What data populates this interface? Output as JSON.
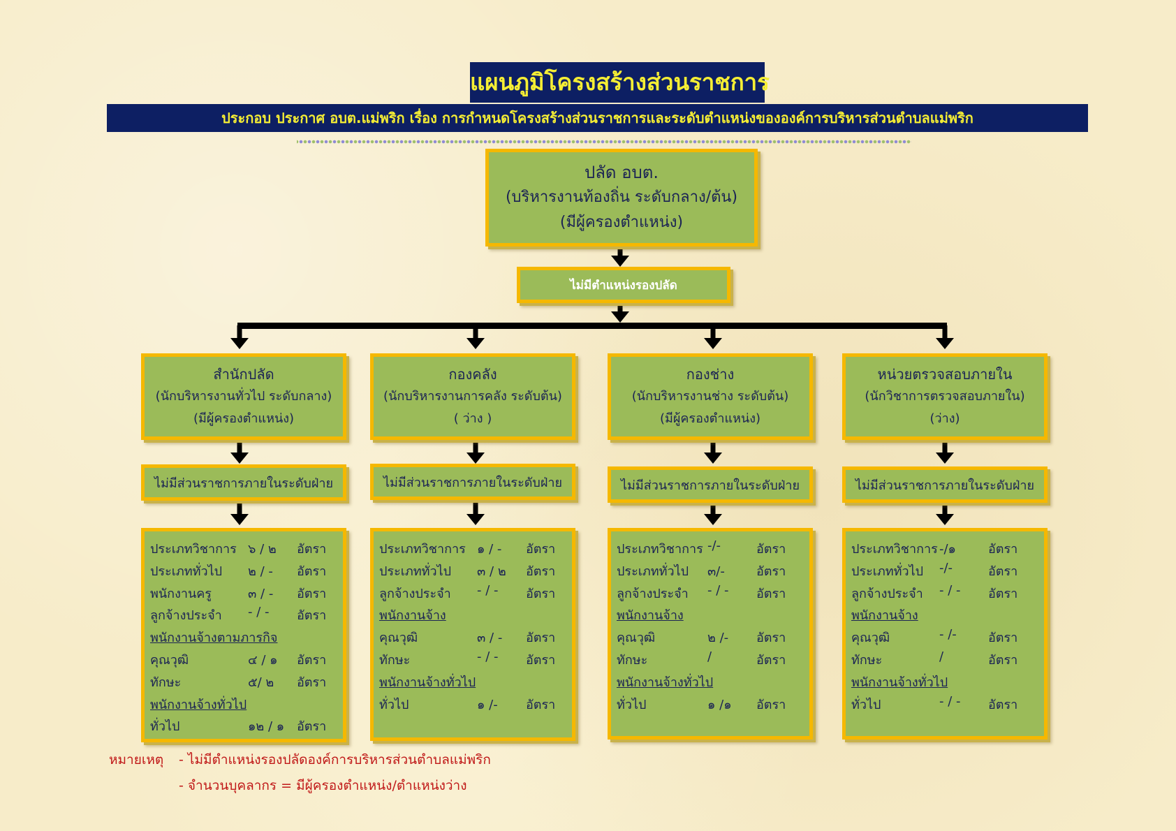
{
  "title": "แผนภูมิโครงสร้างส่วนราชการ",
  "subtitle": "ประกอบ ประกาศ อบต.แม่พริก เรื่อง การกำหนดโครงสร้างส่วนราชการและระดับตำแหน่งขององค์การบริหารส่วนตำบลแม่พริก",
  "top_box": {
    "line1": "ปลัด อบต.",
    "line2": "(บริหารงานท้องถิ่น  ระดับกลาง/ต้น)",
    "line3": "(มีผู้ครองตำแหน่ง)"
  },
  "deputy_box": "ไม่มีตำแหน่งรองปลัด",
  "departments": [
    {
      "name": "สำนักปลัด",
      "position": "(นักบริหารงานทั่วไป ระดับกลาง)",
      "status": "(มีผู้ครองตำแหน่ง)",
      "sub_unit": "ไม่มีส่วนราชการภายในระดับฝ่าย",
      "staff": [
        {
          "label": "ประเภทวิชาการ",
          "value": "๖ / ๒",
          "unit": "อัตรา"
        },
        {
          "label": "ประเภททั่วไป",
          "value": "๒ / -",
          "unit": "อัตรา"
        },
        {
          "label": "พนักงานครู",
          "value": "๓ / -",
          "unit": "อัตรา"
        },
        {
          "label": "ลูกจ้างประจำ",
          "value": "- / -",
          "unit": "อัตรา"
        },
        {
          "label": "พนักงานจ้างตามภารกิจ",
          "heading": true
        },
        {
          "label": "คุณวุฒิ",
          "value": "๔ / ๑",
          "unit": "อัตรา"
        },
        {
          "label": "ทักษะ",
          "value": "๕/  ๒",
          "unit": "อัตรา"
        },
        {
          "label": "พนักงานจ้างทั่วไป",
          "heading": true
        },
        {
          "label": "ทั่วไป",
          "value": "๑๒  / ๑",
          "unit": "อัตรา"
        }
      ]
    },
    {
      "name": "กองคลัง",
      "position": "(นักบริหารงานการคลัง  ระดับต้น)",
      "status": "( ว่าง )",
      "sub_unit": "ไม่มีส่วนราชการภายในระดับฝ่าย",
      "staff": [
        {
          "label": "ประเภทวิชาการ",
          "value": "๑  /  -",
          "unit": "อัตรา"
        },
        {
          "label": "ประเภททั่วไป",
          "value": "๓  / ๒",
          "unit": "อัตรา"
        },
        {
          "label": "ลูกจ้างประจำ",
          "value": "-  /  -",
          "unit": "อัตรา"
        },
        {
          "label": "พนักงานจ้าง",
          "heading": true
        },
        {
          "label": "คุณวุฒิ",
          "value": "๓  / -",
          "unit": "อัตรา"
        },
        {
          "label": "ทักษะ",
          "value": "- / -",
          "unit": "อัตรา"
        },
        {
          "label": "พนักงานจ้างทั่วไป",
          "heading": true
        },
        {
          "label": "ทั่วไป",
          "value": "๑  /-",
          "unit": "อัตรา"
        }
      ]
    },
    {
      "name": "กองช่าง",
      "position": "(นักบริหารงานช่าง ระดับต้น)",
      "status": "(มีผู้ครองตำแหน่ง)",
      "sub_unit": "ไม่มีส่วนราชการภายในระดับฝ่าย",
      "staff": [
        {
          "label": "ประเภทวิชาการ",
          "value": "-/-",
          "unit": "อัตรา"
        },
        {
          "label": "ประเภททั่วไป",
          "value": "๓/-",
          "unit": "อัตรา"
        },
        {
          "label": "ลูกจ้างประจำ",
          "value": "- / -",
          "unit": "อัตรา"
        },
        {
          "label": "พนักงานจ้าง",
          "heading": true
        },
        {
          "label": "คุณวุฒิ",
          "value": "๒ /-",
          "unit": "อัตรา"
        },
        {
          "label": "ทักษะ",
          "value": "/",
          "unit": "อัตรา"
        },
        {
          "label": "พนักงานจ้างทั่วไป",
          "heading": true
        },
        {
          "label": "ทั่วไป",
          "value": "๑  /๑",
          "unit": "อัตรา"
        }
      ]
    },
    {
      "name": "หน่วยตรวจสอบภายใน",
      "position": "(นักวิชาการตรวจสอบภายใน)",
      "status": "(ว่าง)",
      "sub_unit": "ไม่มีส่วนราชการภายในระดับฝ่าย",
      "staff": [
        {
          "label": "ประเภทวิชาการ",
          "value": "-/๑",
          "unit": "อัตรา"
        },
        {
          "label": "ประเภททั่วไป",
          "value": "-/-",
          "unit": "อัตรา"
        },
        {
          "label": "ลูกจ้างประจำ",
          "value": "- / -",
          "unit": "อัตรา"
        },
        {
          "label": "พนักงานจ้าง",
          "heading": true
        },
        {
          "label": "คุณวุฒิ",
          "value": "- /-",
          "unit": "อัตรา"
        },
        {
          "label": "ทักษะ",
          "value": "/",
          "unit": "อัตรา"
        },
        {
          "label": "พนักงานจ้างทั่วไป",
          "heading": true
        },
        {
          "label": "ทั่วไป",
          "value": "- / -",
          "unit": "อัตรา"
        }
      ]
    }
  ],
  "notes": {
    "label": "หมายเหตุ",
    "line1": "- ไม่มีตำแหน่งรองปลัดองค์การบริหารส่วนตำบลแม่พริก",
    "line2": "- จำนวนบุคลากร = มีผู้ครองตำแหน่ง/ตำแหน่งว่าง"
  }
}
